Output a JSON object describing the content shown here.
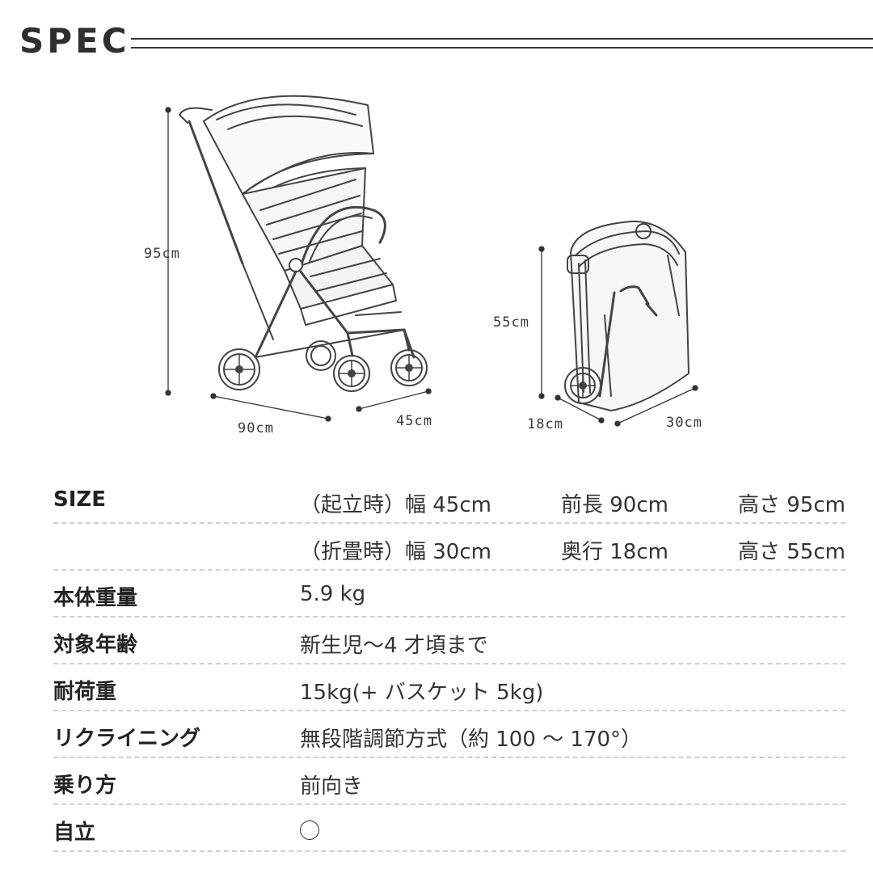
{
  "header": {
    "title": "SPEC"
  },
  "diagram": {
    "unfolded": {
      "height": "95cm",
      "length": "90cm",
      "width": "45cm"
    },
    "folded": {
      "height": "55cm",
      "depth": "18cm",
      "width": "30cm"
    }
  },
  "specs": {
    "size": {
      "label": "SIZE",
      "open": {
        "mode": "（起立時）幅 45cm",
        "length": "前長 90cm",
        "height": "高さ 95cm"
      },
      "folded": {
        "mode": "（折畳時）幅 30cm",
        "depth": "奥行 18cm",
        "height": "高さ 55cm"
      }
    },
    "weight": {
      "label": "本体重量",
      "value": "5.9 kg"
    },
    "age": {
      "label": "対象年齢",
      "value": "新生児〜4 才頃まで"
    },
    "load": {
      "label": "耐荷重",
      "value": "15kg(+ バスケット 5kg)"
    },
    "reclining": {
      "label": "リクライニング",
      "value": "無段階調節方式（約 100 〜 170°）"
    },
    "riding": {
      "label": "乗り方",
      "value": "前向き"
    },
    "standing": {
      "label": "自立",
      "value": "○"
    }
  }
}
